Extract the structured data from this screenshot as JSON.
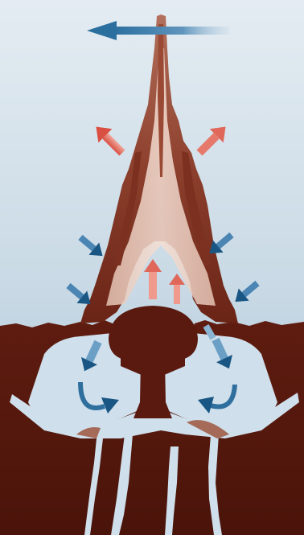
{
  "diagram": {
    "colors": {
      "sky_top": "#dbe6ee",
      "sky_bottom": "#a9c5d7",
      "ground": "#5a1a10",
      "ground_dark": "#3e0f08",
      "cloud_light": "#c8907a",
      "cloud_dark": "#7a2e1e",
      "inflow_region": "#c9dbe8",
      "warm_arrow": "#e0685a",
      "cool_arrow": "#1f5f8f",
      "jet_arrow": "#2b6f9f"
    },
    "arrows": {
      "upper_wind": {
        "direction": "left",
        "color_role": "jet_arrow"
      },
      "outflow": [
        {
          "name": "outflow-left",
          "direction": "up-left"
        },
        {
          "name": "outflow-right",
          "direction": "up-right"
        }
      ],
      "updraft": [
        {
          "name": "updraft-left",
          "direction": "up"
        },
        {
          "name": "updraft-right",
          "direction": "up"
        }
      ],
      "inflow": [
        {
          "name": "inflow-upper-left",
          "direction": "down-right"
        },
        {
          "name": "inflow-upper-right",
          "direction": "down-left"
        },
        {
          "name": "inflow-mid-left",
          "direction": "down-right"
        },
        {
          "name": "inflow-mid-right",
          "direction": "down-left"
        },
        {
          "name": "inflow-lower-left",
          "direction": "down-left"
        },
        {
          "name": "inflow-lower-right",
          "direction": "down-right"
        },
        {
          "name": "recirc-left",
          "direction": "curve-right"
        },
        {
          "name": "recirc-right",
          "direction": "curve-left"
        }
      ]
    }
  }
}
